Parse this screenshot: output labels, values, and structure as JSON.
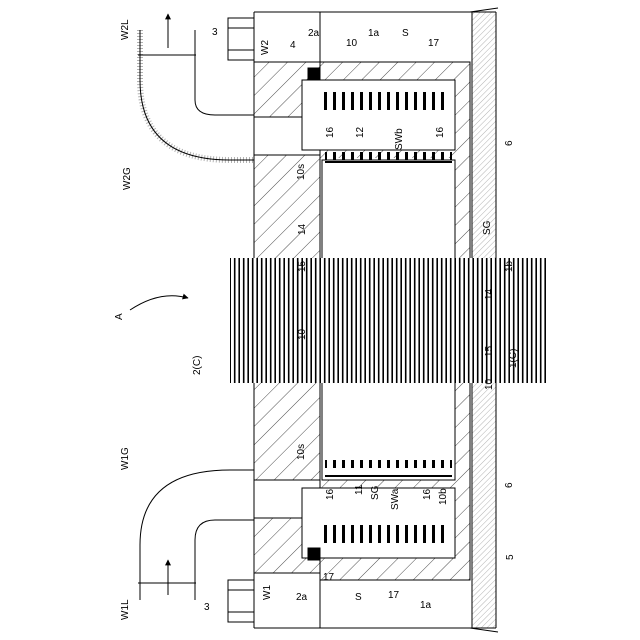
{
  "labels": {
    "w2l": "W2L",
    "w2g": "W2G",
    "w2": "W2",
    "w1g": "W1G",
    "w1l": "W1L",
    "w1": "W1",
    "a": "A",
    "ref_3_top": "3",
    "ref_3_bottom": "3",
    "ref_4": "4",
    "ref_2a_top": "2a",
    "ref_2a_bottom": "2a",
    "ref_10_top": "10",
    "ref_10_mid": "10",
    "ref_10_right": "10",
    "ref_10s_top": "10s",
    "ref_10s_bottom": "10s",
    "ref_10b": "10b",
    "ref_1a_top": "1a",
    "ref_1a_bottom": "1a",
    "ref_1b": "1b",
    "ref_1c": "1(C)",
    "ref_2c": "2(C)",
    "ref_s_top": "S",
    "ref_s_bottom": "S",
    "ref_17_top": "17",
    "ref_17_bl": "17",
    "ref_17_br": "17",
    "ref_16_tl": "16",
    "ref_16_tr": "16",
    "ref_16_bl": "16",
    "ref_16_br": "16",
    "ref_12": "12",
    "ref_11": "11",
    "ref_swb": "SWb",
    "ref_swa": "SWa",
    "ref_sg_right": "SG",
    "ref_sg_bottom": "SG",
    "ref_14_left": "14",
    "ref_14_right": "14",
    "ref_15_left": "15",
    "ref_15_right": "15",
    "ref_6_top": "6",
    "ref_6_bottom": "6",
    "ref_5": "5"
  }
}
